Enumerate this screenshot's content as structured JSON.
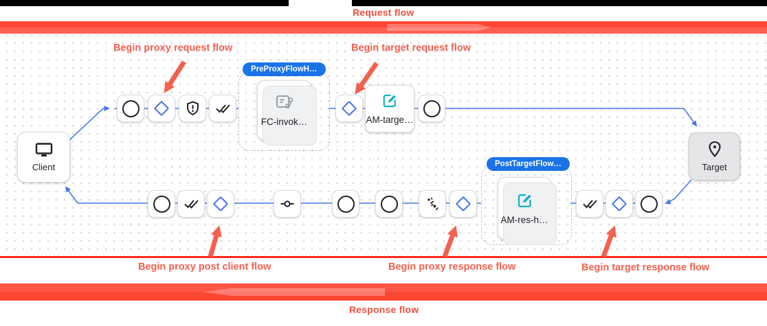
{
  "header": {
    "request_flow_label": "Request flow",
    "response_flow_label": "Response flow"
  },
  "annotations": {
    "begin_proxy_request": "Begin proxy request flow",
    "begin_target_request": "Begin target request flow",
    "begin_proxy_post_client": "Begin proxy post client flow",
    "begin_proxy_response": "Begin proxy response flow",
    "begin_target_response": "Begin target response flow"
  },
  "nodes": {
    "client_label": "Client",
    "target_label": "Target",
    "pre_proxy_badge": "PreProxyFlowH…",
    "fc_card_label": "FC-invok…",
    "am_target_card_label": "AM-targe…",
    "post_target_badge": "PostTargetFlow…",
    "am_response_card_label": "AM-res-h…"
  },
  "flow_steps": {
    "proxy_request_row": [
      "circle",
      "diamond",
      "shield",
      "done-all"
    ],
    "target_request_row": [
      "diamond",
      "am-target-card",
      "circle"
    ],
    "response_row": [
      "circle",
      "done-all",
      "diamond",
      "commit",
      "circle",
      "circle",
      "sensors",
      "diamond",
      "done-all",
      "diamond",
      "circle"
    ]
  },
  "colors": {
    "wire_blue": "#4377e8",
    "badge_blue": "#1a73e8",
    "edit_teal": "#14b2c7",
    "annotation_red": "#f4604f",
    "bar_red": "#fc4737",
    "line_red": "#fb2a1c",
    "icon_black": "#202124",
    "icon_gray": "#9aa0a6"
  }
}
